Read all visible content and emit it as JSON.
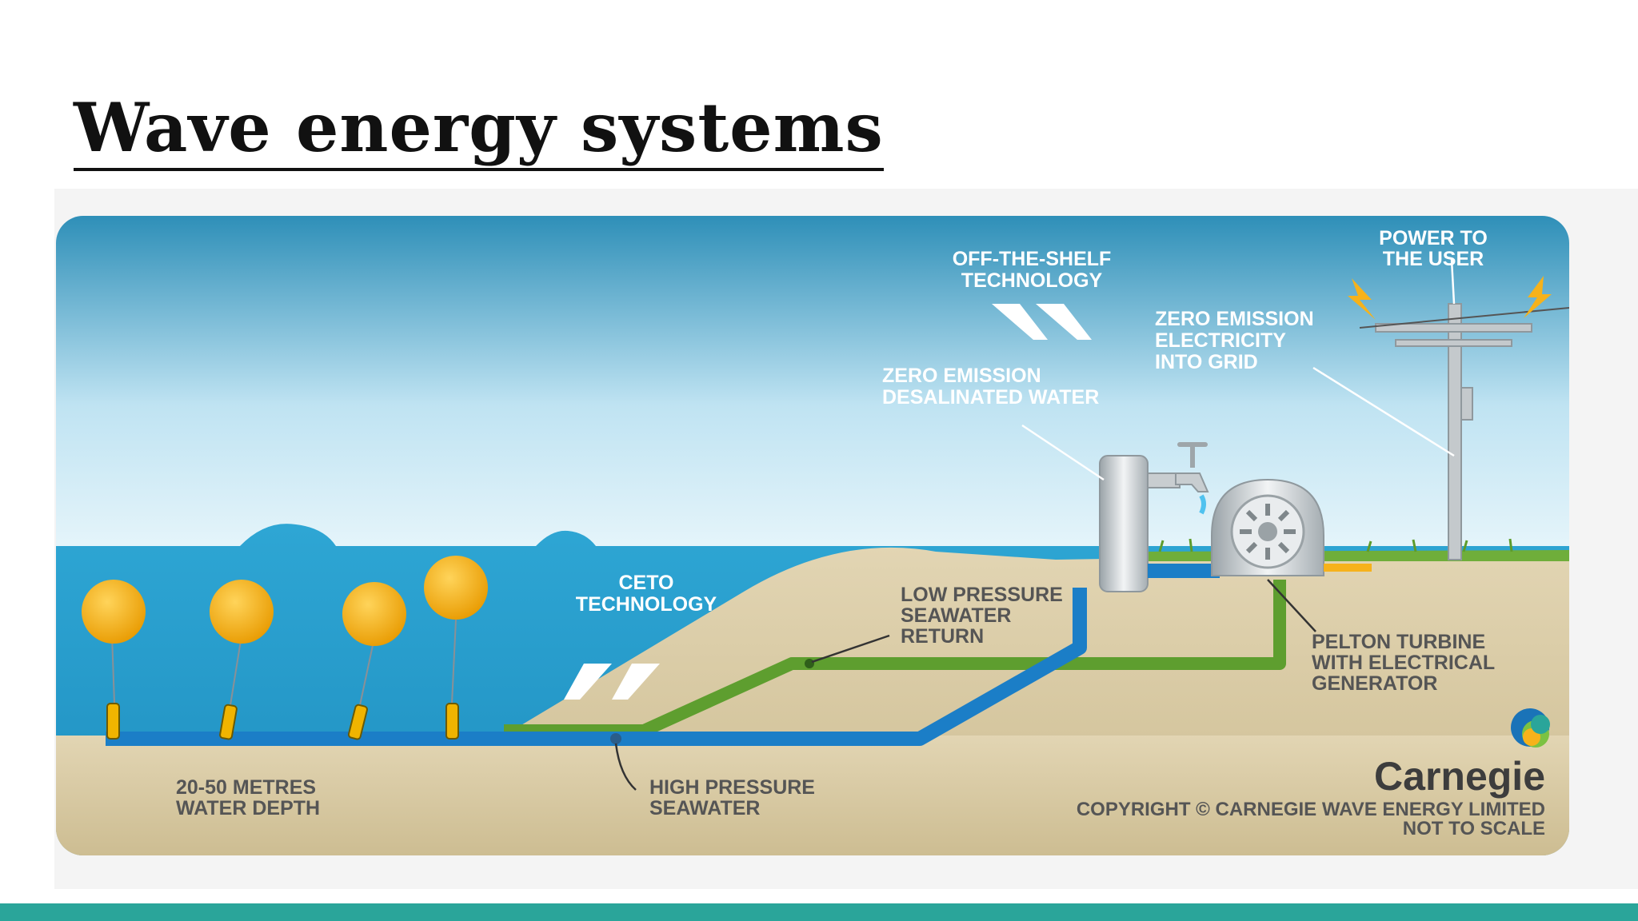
{
  "slide": {
    "title": "Wave energy systems"
  },
  "diagram": {
    "labels": {
      "power_to_user": [
        "POWER TO",
        "THE USER"
      ],
      "off_the_shelf": [
        "OFF-THE-SHELF",
        "TECHNOLOGY"
      ],
      "zero_emission_electricity": [
        "ZERO EMISSION",
        "ELECTRICITY",
        "INTO GRID"
      ],
      "zero_emission_water": [
        "ZERO EMISSION",
        "DESALINATED WATER"
      ],
      "ceto": [
        "CETO",
        "TECHNOLOGY"
      ],
      "low_pressure": [
        "LOW PRESSURE",
        "SEAWATER",
        "RETURN"
      ],
      "pelton": [
        "PELTON TURBINE",
        "WITH ELECTRICAL",
        "GENERATOR"
      ],
      "depth": [
        "20-50 METRES",
        "WATER DEPTH"
      ],
      "high_pressure": [
        "HIGH PRESSURE",
        "SEAWATER"
      ],
      "brand": "Carnegie",
      "copyright": [
        "COPYRIGHT © CARNEGIE WAVE ENERGY LIMITED",
        "NOT TO SCALE"
      ]
    },
    "colors": {
      "sky_top": "#2e8fb8",
      "sea": "#2ea6d4",
      "sand": "#d8c9a2",
      "high_pressure_pipe": "#1b7ec7",
      "low_pressure_pipe": "#5e9e2f",
      "buoy": "#f4b400",
      "brand_teal": "#2aa59a"
    }
  }
}
